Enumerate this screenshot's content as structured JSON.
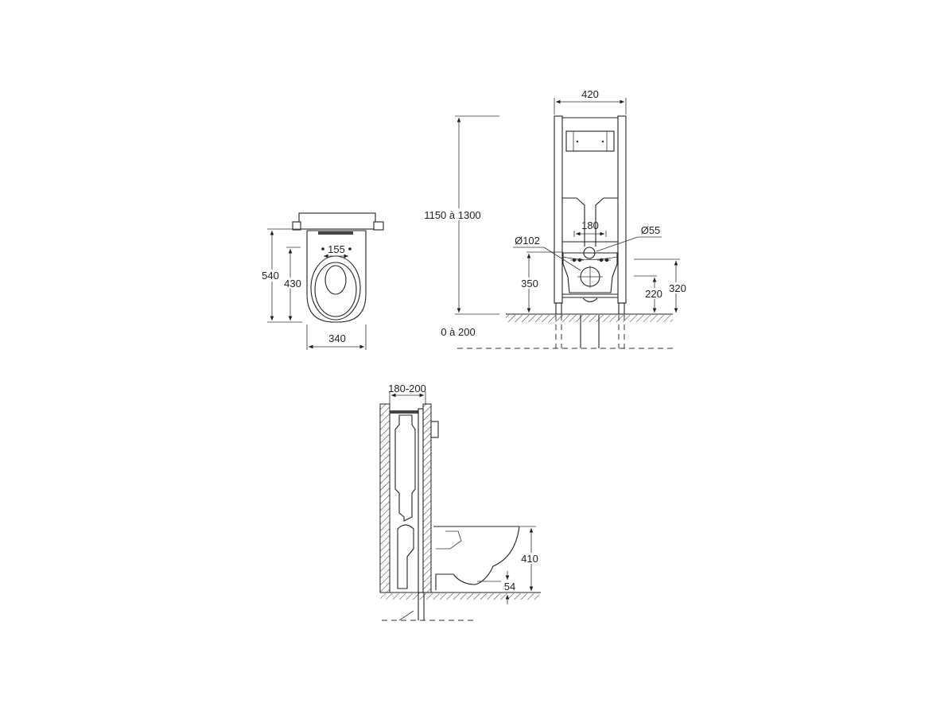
{
  "top_view": {
    "dim_length": "540",
    "dim_seat": "430",
    "dim_width": "340",
    "dim_fixing": "155"
  },
  "front_view": {
    "dim_frame_width": "420",
    "dim_frame_height": "1150 à 1300",
    "dim_floor": "0 à 200",
    "dim_rod_spacing": "180",
    "dim_water_inlet": "Ø55",
    "dim_drain": "Ø102",
    "dim_rod_height": "350",
    "dim_inlet_height": "320",
    "dim_drain_height": "220"
  },
  "side_view": {
    "dim_wall_depth": "180-200",
    "dim_bowl_height": "410",
    "dim_bottom_clearance": "54"
  }
}
